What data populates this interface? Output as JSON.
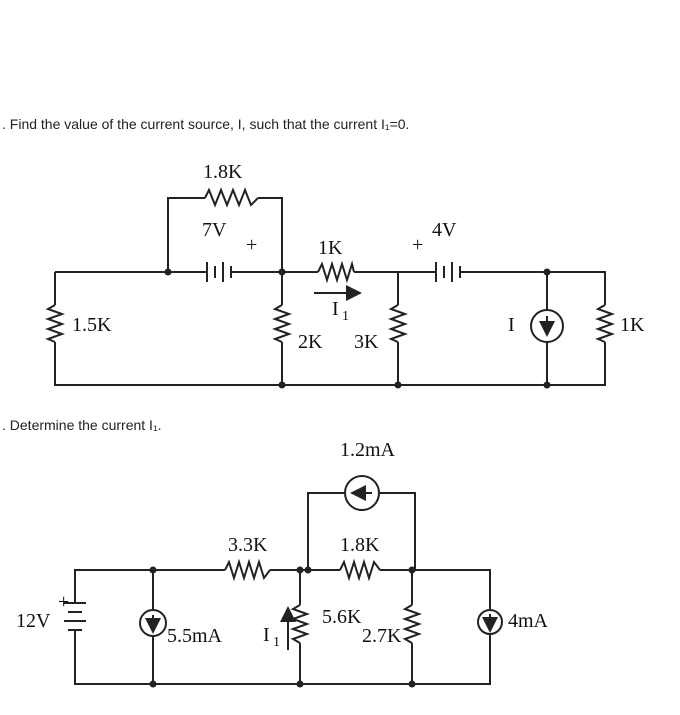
{
  "questions": {
    "q1": ". Find the value of the current source, I, such that the current I₁=0.",
    "q2": ". Determine the current I₁."
  },
  "circuit1": {
    "r_top": "1.8K",
    "battery1": "7V",
    "battery1_plus": "+",
    "r_mid": "1K",
    "current_label": "I",
    "current_sub": "1",
    "battery2": "4V",
    "battery2_plus": "+",
    "r_left": "1.5K",
    "r_2k": "2K",
    "r_3k": "3K",
    "source_label": "I",
    "r_right": "1K"
  },
  "circuit2": {
    "source_top": "1.2mA",
    "r_33k": "3.3K",
    "r_18k": "1.8K",
    "battery": "12V",
    "battery_plus": "+",
    "source_left": "5.5mA",
    "current_label": "I",
    "current_sub": "1",
    "r_56k": "5.6K",
    "r_27k": "2.7K",
    "source_right": "4mA"
  }
}
